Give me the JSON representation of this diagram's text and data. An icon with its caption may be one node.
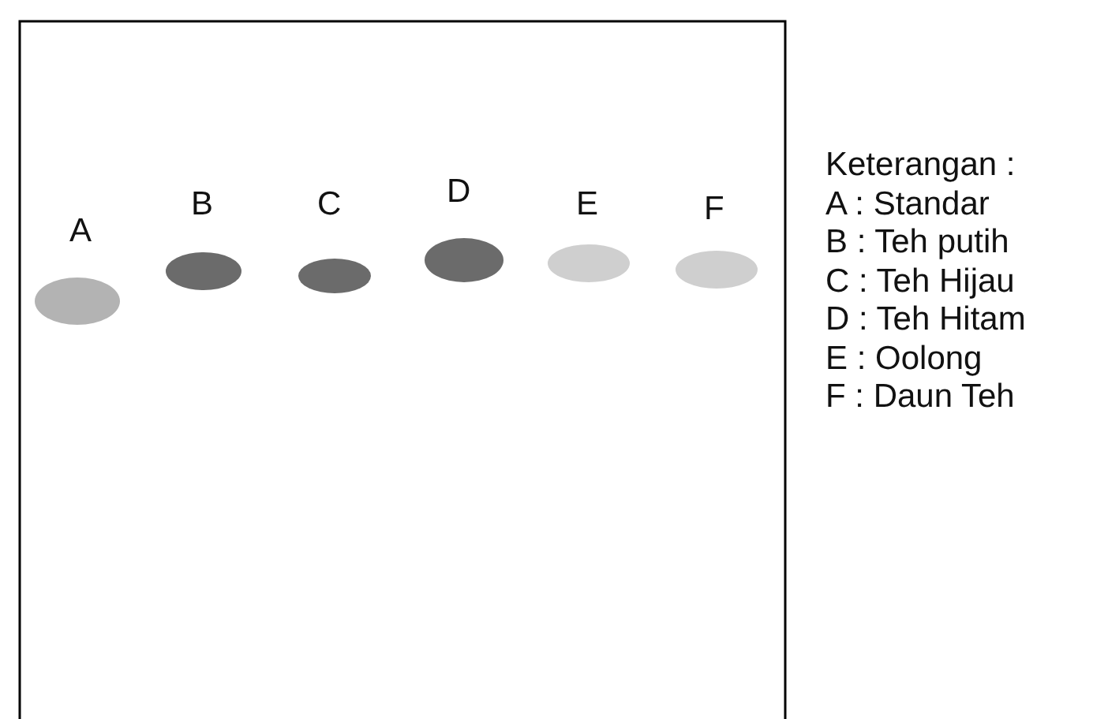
{
  "diagram": {
    "labels": [
      "A",
      "B",
      "C",
      "D",
      "E",
      "F",
      "Keterangan :",
      "A : Standar",
      "B : Teh putih",
      "C : Teh Hijau",
      "D : Teh Hitam",
      "E : Oolong",
      "F : Daun Teh"
    ]
  }
}
